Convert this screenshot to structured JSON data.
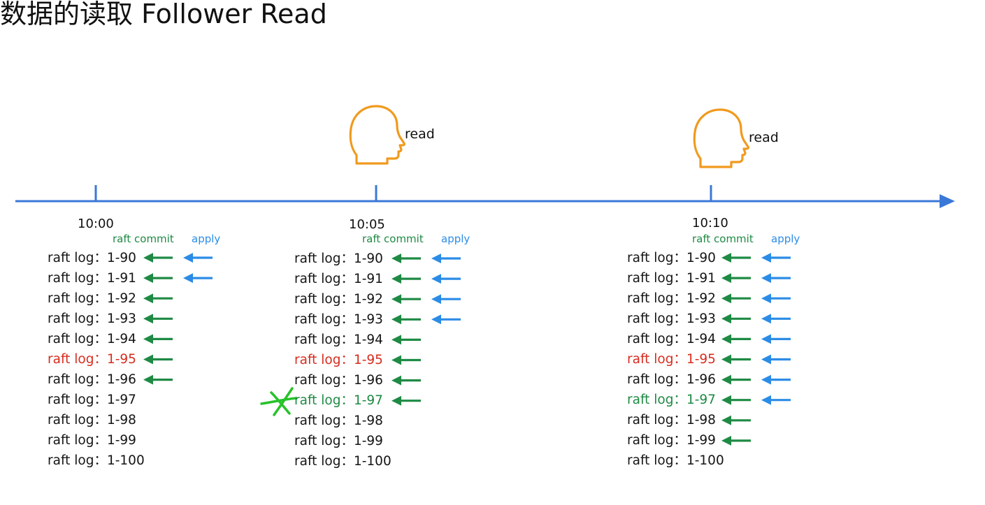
{
  "title": "数据的读取 Follower Read",
  "read_label": "read",
  "commit_label": "raft commit",
  "apply_label": "apply",
  "colors": {
    "timeline": "#3a78d8",
    "head": "#f09a1e",
    "commit_arrow": "#1e8a44",
    "apply_arrow": "#2b8ce6",
    "highlight_red": "#d72c1f",
    "highlight_green": "#1e8a44",
    "cross_mark": "#27c22a"
  },
  "panels": [
    {
      "time": "10:00",
      "has_reader": false,
      "logs": [
        {
          "label": "raft log：",
          "range": "1-90",
          "state": "normal",
          "commit": true,
          "apply": true
        },
        {
          "label": "raft log：",
          "range": "1-91",
          "state": "normal",
          "commit": true,
          "apply": true
        },
        {
          "label": "raft log：",
          "range": "1-92",
          "state": "normal",
          "commit": true,
          "apply": false
        },
        {
          "label": "raft log：",
          "range": "1-93",
          "state": "normal",
          "commit": true,
          "apply": false
        },
        {
          "label": "raft log：",
          "range": "1-94",
          "state": "normal",
          "commit": true,
          "apply": false
        },
        {
          "label": "raft log：",
          "range": "1-95",
          "state": "red",
          "commit": true,
          "apply": false
        },
        {
          "label": "raft log：",
          "range": "1-96",
          "state": "normal",
          "commit": true,
          "apply": false
        },
        {
          "label": "raft log：",
          "range": "1-97",
          "state": "normal",
          "commit": false,
          "apply": false
        },
        {
          "label": "raft log：",
          "range": "1-98",
          "state": "normal",
          "commit": false,
          "apply": false
        },
        {
          "label": "raft log：",
          "range": "1-99",
          "state": "normal",
          "commit": false,
          "apply": false
        },
        {
          "label": "raft log：",
          "range": "1-100",
          "state": "normal",
          "commit": false,
          "apply": false
        }
      ]
    },
    {
      "time": "10:05",
      "has_reader": true,
      "logs": [
        {
          "label": "raft log：",
          "range": "1-90",
          "state": "normal",
          "commit": true,
          "apply": true
        },
        {
          "label": "raft log：",
          "range": "1-91",
          "state": "normal",
          "commit": true,
          "apply": true
        },
        {
          "label": "raft log：",
          "range": "1-92",
          "state": "normal",
          "commit": true,
          "apply": true
        },
        {
          "label": "raft log：",
          "range": "1-93",
          "state": "normal",
          "commit": true,
          "apply": true
        },
        {
          "label": "raft log：",
          "range": "1-94",
          "state": "normal",
          "commit": true,
          "apply": false
        },
        {
          "label": "raft log：",
          "range": "1-95",
          "state": "red",
          "commit": true,
          "apply": false
        },
        {
          "label": "raft log：",
          "range": "1-96",
          "state": "normal",
          "commit": true,
          "apply": false
        },
        {
          "label": "raft log：",
          "range": "1-97",
          "state": "green",
          "commit": true,
          "apply": false,
          "crossed": true
        },
        {
          "label": "raft log：",
          "range": "1-98",
          "state": "normal",
          "commit": false,
          "apply": false
        },
        {
          "label": "raft log：",
          "range": "1-99",
          "state": "normal",
          "commit": false,
          "apply": false
        },
        {
          "label": "raft log：",
          "range": "1-100",
          "state": "normal",
          "commit": false,
          "apply": false
        }
      ]
    },
    {
      "time": "10:10",
      "has_reader": true,
      "logs": [
        {
          "label": "raft log：",
          "range": "1-90",
          "state": "normal",
          "commit": true,
          "apply": true
        },
        {
          "label": "raft log：",
          "range": "1-91",
          "state": "normal",
          "commit": true,
          "apply": true
        },
        {
          "label": "raft log：",
          "range": "1-92",
          "state": "normal",
          "commit": true,
          "apply": true
        },
        {
          "label": "raft log：",
          "range": "1-93",
          "state": "normal",
          "commit": true,
          "apply": true
        },
        {
          "label": "raft log：",
          "range": "1-94",
          "state": "normal",
          "commit": true,
          "apply": true
        },
        {
          "label": "raft log：",
          "range": "1-95",
          "state": "red",
          "commit": true,
          "apply": true
        },
        {
          "label": "raft log：",
          "range": "1-96",
          "state": "normal",
          "commit": true,
          "apply": true
        },
        {
          "label": "raft log：",
          "range": "1-97",
          "state": "green",
          "commit": true,
          "apply": true
        },
        {
          "label": "raft log：",
          "range": "1-98",
          "state": "normal",
          "commit": true,
          "apply": false
        },
        {
          "label": "raft log：",
          "range": "1-99",
          "state": "normal",
          "commit": true,
          "apply": false
        },
        {
          "label": "raft log：",
          "range": "1-100",
          "state": "normal",
          "commit": false,
          "apply": false
        }
      ]
    }
  ]
}
